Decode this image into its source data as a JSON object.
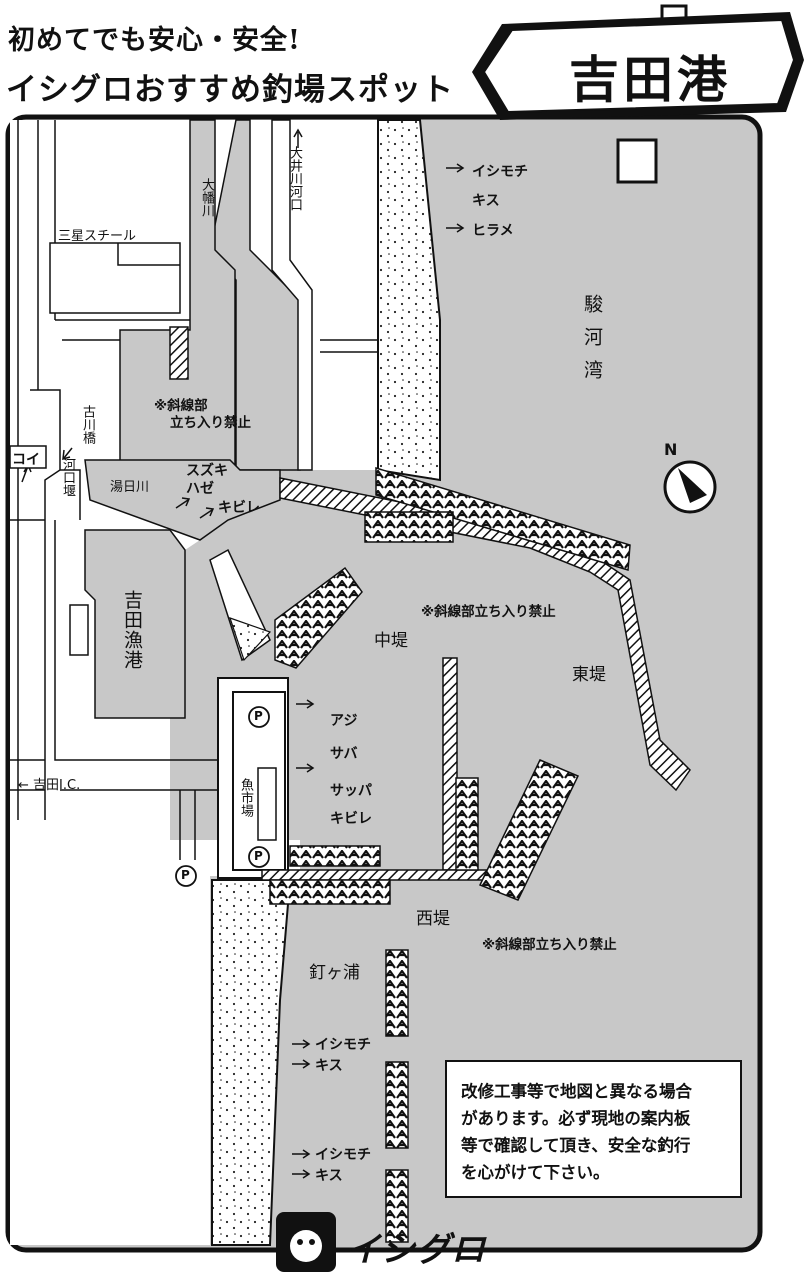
{
  "header": {
    "subtitle": "初めてでも安心・安全!",
    "headline": "イシグロおすすめ釣場スポット",
    "spot_name": "吉田港"
  },
  "places": {
    "sea": "駿河湾",
    "ooi_river_mouth": "大井川河口",
    "ohata_river": "大幡川",
    "sansei_steel": "三星スチール",
    "furukawa_bridge": "古川橋",
    "kakou_weir": "河口堰",
    "yuhi_river": "湯日川",
    "yoshida_fishing_port": "吉田漁港",
    "fish_market": "魚市場",
    "yoshida_ic": "← 吉田I.C.",
    "naka_pier": "中堤",
    "higashi_pier": "東堤",
    "nishi_pier": "西堤",
    "kugigaura": "釘ヶ浦",
    "coi": "コイ",
    "north": "N",
    "parking": "P"
  },
  "no_entry_notes": {
    "upper_left": [
      "※斜線部",
      "立ち入り禁止"
    ],
    "center": "※斜線部立ち入り禁止",
    "lower_right": "※斜線部立ち入り禁止"
  },
  "fish_spots": {
    "ooi_beach": [
      "イシモチ",
      "キス",
      "ヒラメ"
    ],
    "yuhi_mouth": [
      "スズキ",
      "ハゼ",
      "キビレ"
    ],
    "market_quay": [
      "アジ",
      "サバ",
      "サッパ",
      "キビレ"
    ],
    "kugigaura_upper": [
      "イシモチ",
      "キス"
    ],
    "kugigaura_lower": [
      "イシモチ",
      "キス"
    ]
  },
  "notice_lines": [
    "改修工事等で地図と異なる場合",
    "があります。必ず現地の案内板",
    "等で確認して頂き、安全な釣行",
    "を心がけて下さい。"
  ],
  "logo": "イシグロ",
  "colors": {
    "water": "#c8c8c8",
    "land": "#ffffff",
    "ink": "#111111"
  }
}
